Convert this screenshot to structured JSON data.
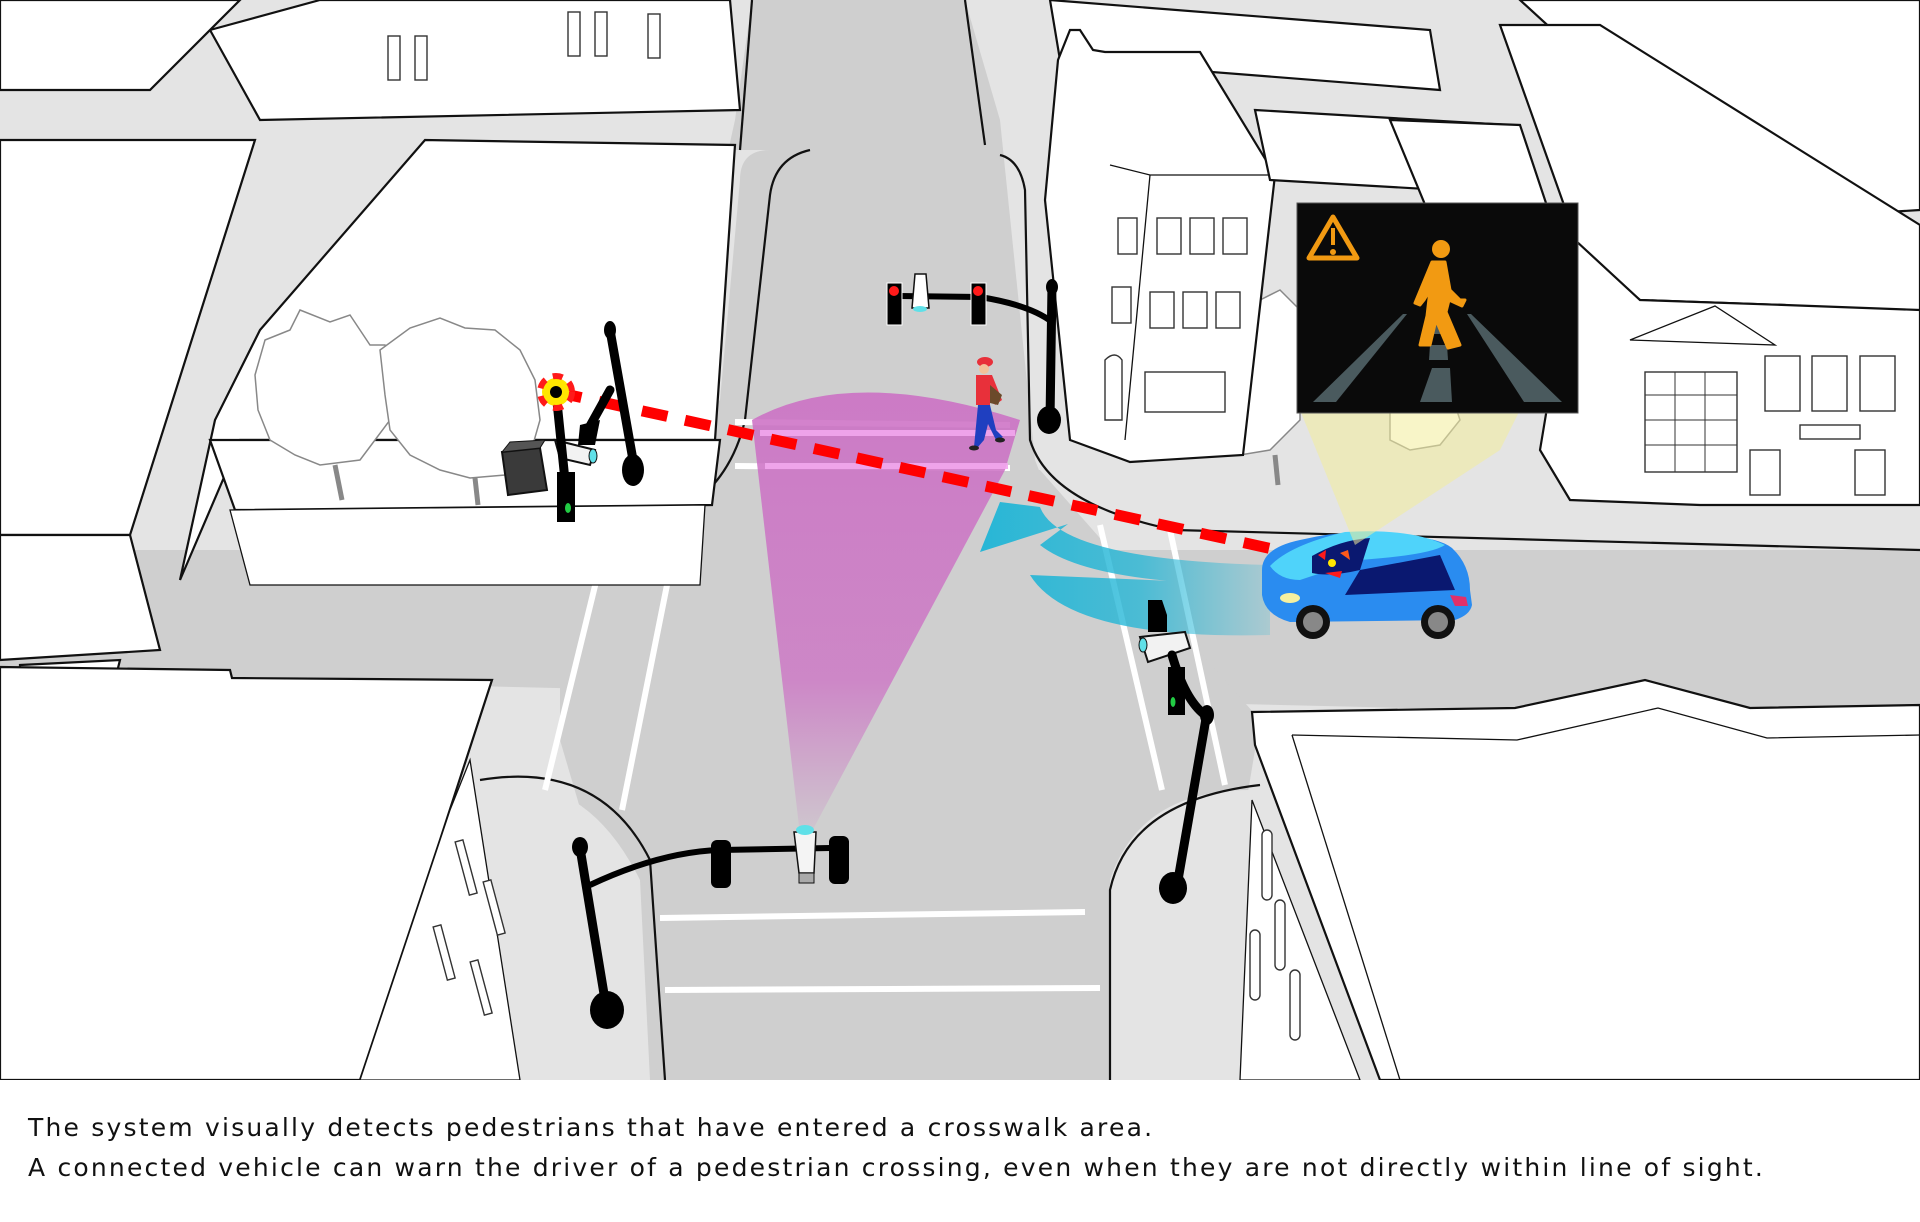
{
  "caption": {
    "line1": "The system visually detects pedestrians that have entered a crosswalk area.",
    "line2": "A connected vehicle can warn the driver of a pedestrian crossing, even when they are not directly within line of sight."
  },
  "scene": {
    "type": "isometric street intersection illustration",
    "elements": {
      "pedestrian": {
        "label": "pedestrian",
        "shirt_color": "#e8303a",
        "pants_color": "#1f3fc0"
      },
      "detection_zone": {
        "label": "camera detection cone",
        "color": "#cc6fc4"
      },
      "sight_line": {
        "label": "obstructed line of sight",
        "color": "#ff0000",
        "style": "dashed"
      },
      "warning_arrow": {
        "label": "V2X warning signal",
        "color": "#1fb5d6"
      },
      "vehicle": {
        "label": "connected vehicle",
        "body_color": "#2a8cf0",
        "roof_color": "#4fd3fa"
      },
      "driver_display": {
        "label": "in-vehicle pedestrian warning display",
        "background": "#0a0a0a",
        "icon_color": "#f29a12",
        "icons": [
          "warning-triangle-icon",
          "pedestrian-walking-icon",
          "crosswalk-lanes-icon"
        ]
      },
      "traffic_signals": {
        "count": 4,
        "red_light": "#ff1a1a",
        "green_light": "#22cc44"
      },
      "cameras": {
        "count": 4,
        "lens_color": "#5fe0e8"
      }
    }
  },
  "colors": {
    "road": "#cfcfcf",
    "sidewalk": "#e4e4e4",
    "building": "#ffffff",
    "outline": "#111111"
  }
}
